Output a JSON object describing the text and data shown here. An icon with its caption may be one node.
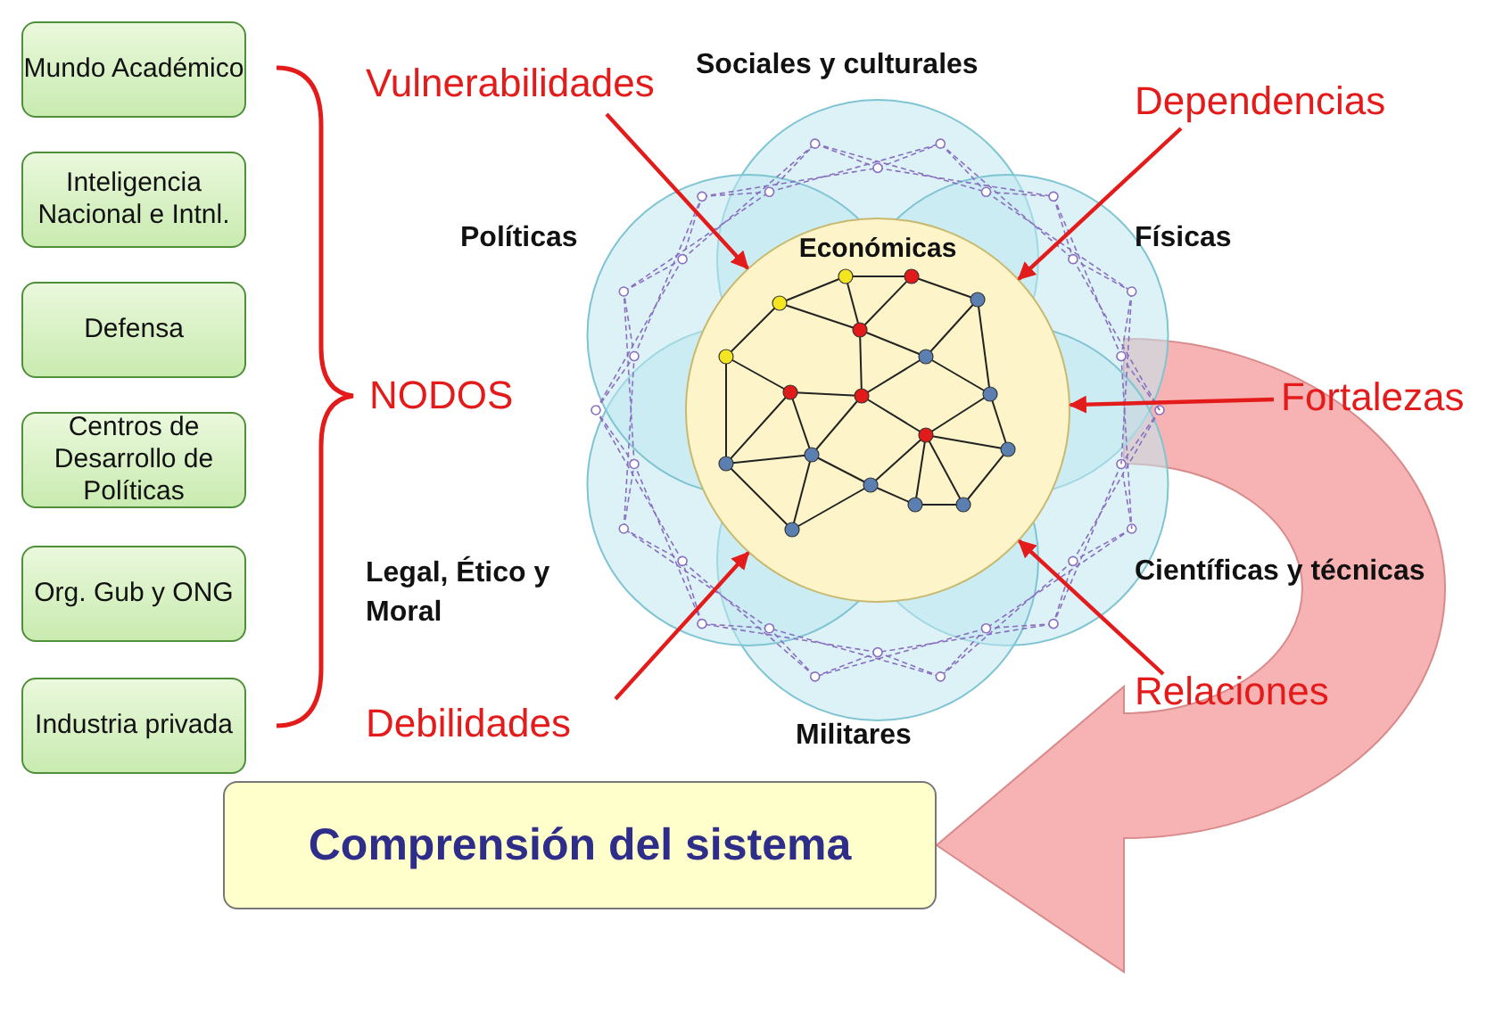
{
  "diagram": {
    "nodes": [
      {
        "text": [
          "Mundo Académico"
        ]
      },
      {
        "text": [
          "Inteligencia Nacional e Intnl."
        ]
      },
      {
        "text": [
          "Defensa"
        ]
      },
      {
        "text": [
          "Centros de Desarrollo de Políticas"
        ]
      },
      {
        "text": [
          "Org. Gub y ONG"
        ]
      },
      {
        "text": [
          "Industria privada"
        ]
      },
      {
        "text": [
          "Económicas"
        ]
      },
      {
        "text": [
          "Vulnerabilidades"
        ]
      },
      {
        "text": [
          "Dependencias"
        ]
      },
      {
        "text": [
          "Fortalezas"
        ]
      },
      {
        "text": [
          "Debilidades"
        ]
      },
      {
        "text": [
          "Relaciones"
        ]
      },
      {
        "text": [
          "Comprensión del sistema"
        ]
      }
    ],
    "edges": [
      {
        "from": 7,
        "to": 6,
        "arrow": "to"
      },
      {
        "from": 8,
        "to": 6,
        "arrow": "to"
      },
      {
        "from": 9,
        "to": 6,
        "arrow": "to"
      },
      {
        "from": 10,
        "to": 6,
        "arrow": "to"
      },
      {
        "from": 11,
        "to": 6,
        "arrow": "to"
      },
      {
        "from": 6,
        "to": 12,
        "arrow": "to",
        "style": "thick",
        "color": "#f7b3b3"
      }
    ],
    "labels": [
      "Sociales y culturales",
      "Políticas",
      "Físicas",
      "NODOS",
      "Legal, Ético y Moral",
      "Científicas y técnicas",
      "Militares"
    ]
  }
}
